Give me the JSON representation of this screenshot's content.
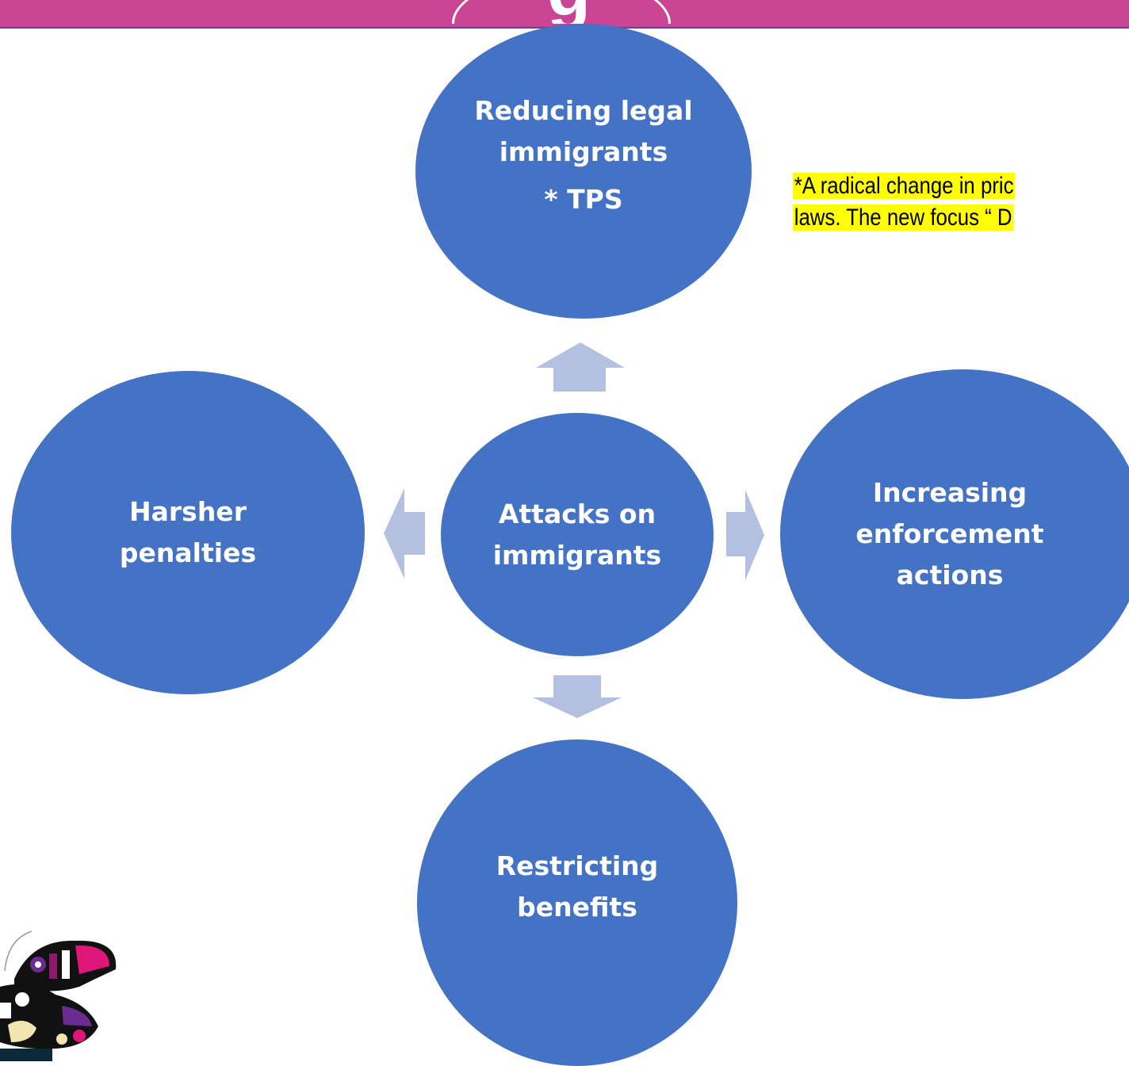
{
  "diagram": {
    "center": {
      "line1": "Attacks on",
      "line2": "immigrants"
    },
    "top": {
      "line1": "Reducing legal",
      "line2": "immigrants",
      "sub": "* TPS"
    },
    "left": {
      "line1": "Harsher",
      "line2": "penalties"
    },
    "right": {
      "line1": "Increasing",
      "line2": "enforcement",
      "line3": "actions"
    },
    "bottom": {
      "line1": "Restricting",
      "line2": "benefits"
    }
  },
  "note": {
    "line1": "*A radical change in pric",
    "line2": "laws.  The new focus “ D"
  },
  "title_fragment": "g",
  "colors": {
    "header": "#c94493",
    "node": "#4472c4",
    "arrow": "#b4c0e0",
    "highlight": "#ffff00"
  }
}
